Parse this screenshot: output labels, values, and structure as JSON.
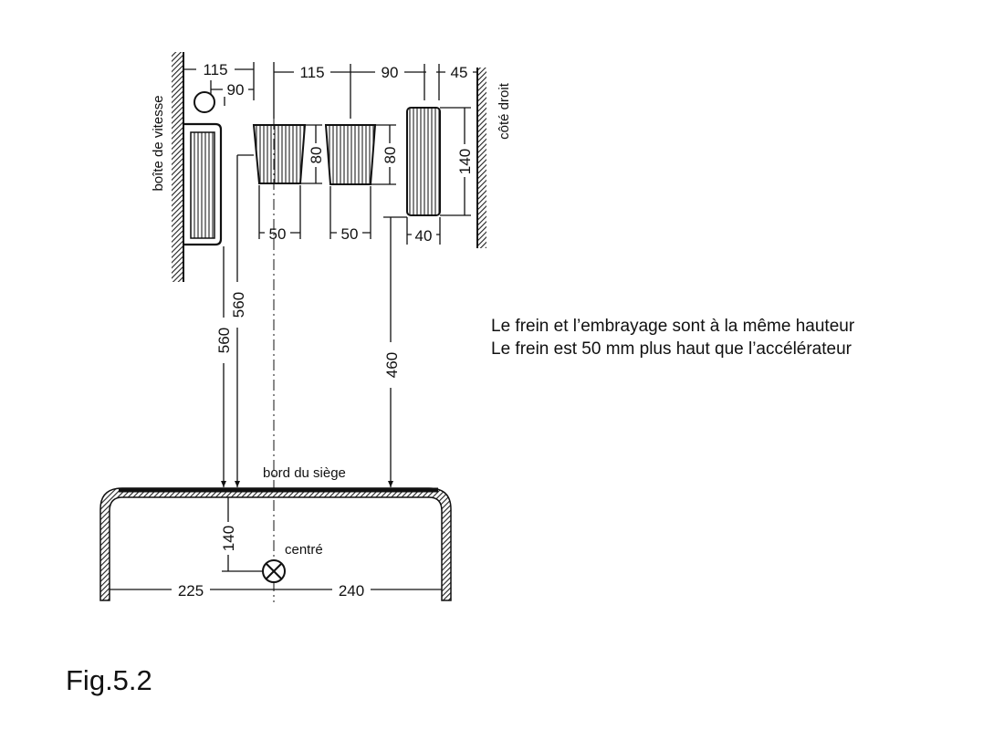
{
  "diagram": {
    "labels": {
      "gearbox": "boîte de vitesse",
      "right_side": "côté droit",
      "seat_edge": "bord du siège",
      "center": "centré"
    },
    "dimensions": {
      "d115a": "115",
      "d90a": "90",
      "d115b": "115",
      "d90b": "90",
      "d45": "45",
      "clutch_h": "80",
      "brake_h": "80",
      "accel_h": "140",
      "clutch_w": "50",
      "brake_w": "50",
      "accel_w": "40",
      "gear_dist": "560",
      "clutch_dist": "560",
      "accel_dist": "460",
      "seat_depth": "140",
      "left_offset": "225",
      "right_offset": "240"
    }
  },
  "notes": [
    "Le frein et l’embrayage sont à la même hauteur",
    "Le frein est 50 mm plus haut que l’accélérateur"
  ],
  "figure_label": "Fig.5.2"
}
